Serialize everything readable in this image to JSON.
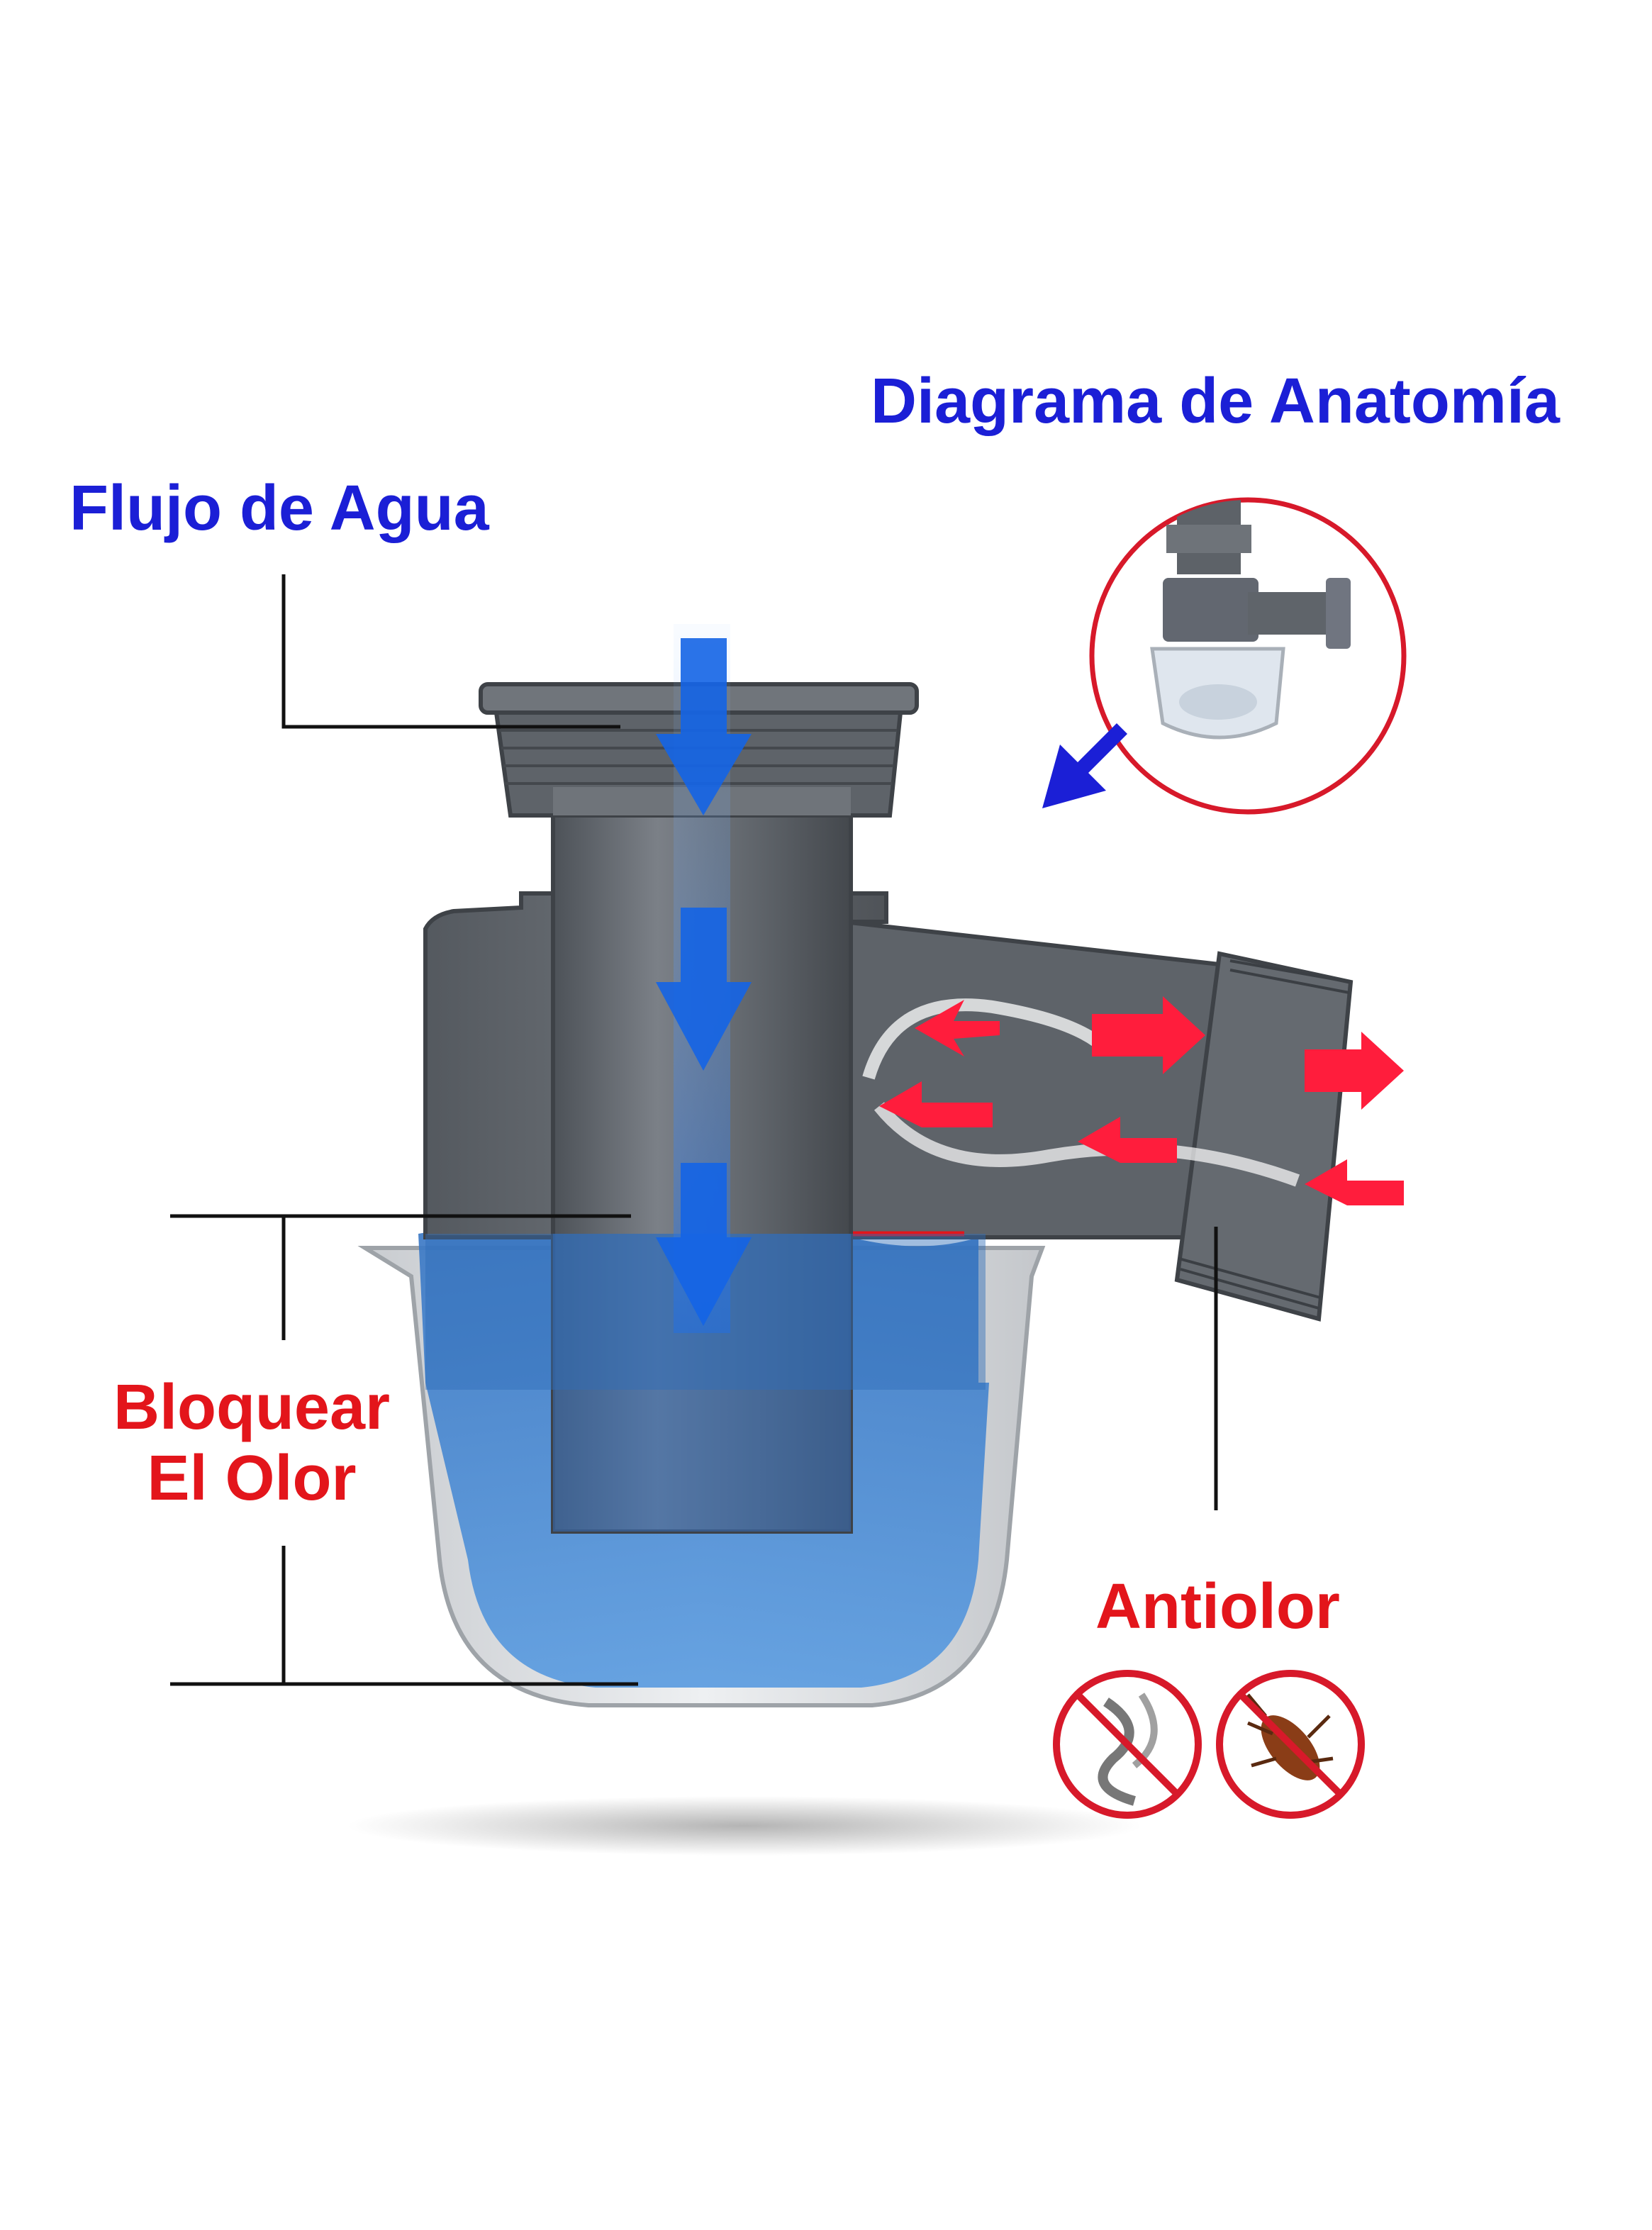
{
  "labels": {
    "anatomy_title": "Diagrama de Anatomía",
    "water_flow": "Flujo de Agua",
    "block_smell_line1": "Bloquear",
    "block_smell_line2": "El Olor",
    "anti_smell": "Antiolor"
  },
  "colors": {
    "title_blue": "#1b1fd6",
    "label_red": "#e3151b",
    "pipe_grey": "#6b7076",
    "water_blue": "#4f8fd6",
    "flow_arrow_blue": "#1464e6",
    "odor_arrow_red": "#ff1d3c",
    "leader_line": "#111111"
  },
  "icons": {
    "inset": "trap-product-photo-icon",
    "pointer": "blue-pointer-arrow-icon",
    "no_smoke": "no-odor-icon",
    "no_cockroach": "no-cockroach-icon"
  }
}
